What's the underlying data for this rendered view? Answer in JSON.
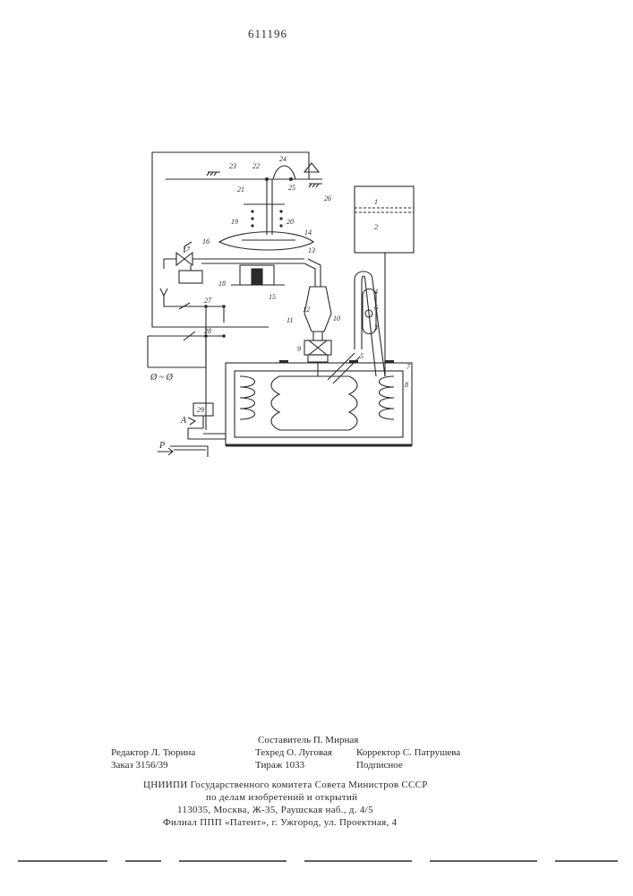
{
  "header": {
    "patent_number": "611196"
  },
  "diagram": {
    "labels": {
      "l1": "1",
      "l2": "2",
      "l3": "3",
      "l4": "4",
      "l5": "5",
      "l6": "6",
      "l7": "7",
      "l8": "8",
      "l9": "9",
      "l10": "10",
      "l11": "11",
      "l12": "12",
      "l13": "13",
      "l14": "14",
      "l15": "15",
      "l16": "16",
      "l17": "17",
      "l18": "18",
      "l19": "19",
      "l20": "20",
      "l21": "21",
      "l22": "22",
      "l23": "23",
      "l24": "24",
      "l25": "25",
      "l26": "26",
      "l27": "27",
      "l28": "28",
      "l29": "29",
      "lA": "A",
      "lP": "P",
      "lAC": "Ø ~ Ø"
    }
  },
  "colophon": {
    "compiler": "Составитель П. Мирная",
    "editor": "Редактор Л. Тюрина",
    "techred": "Техред О. Луговая",
    "corrector": "Корректор С. Патрушева",
    "order": "Заказ 3156/39",
    "circulation": "Тираж 1033",
    "subscription": "Подписное"
  },
  "imprint": {
    "line1": "ЦНИИПИ Государственного комитета Совета Министров СССР",
    "line2": "по делам изобретений и открытий",
    "line3": "113035, Москва, Ж-35, Раушская наб., д. 4/5",
    "line4": "Филиал ППП «Патент», г. Ужгород, ул. Проектная, 4"
  }
}
